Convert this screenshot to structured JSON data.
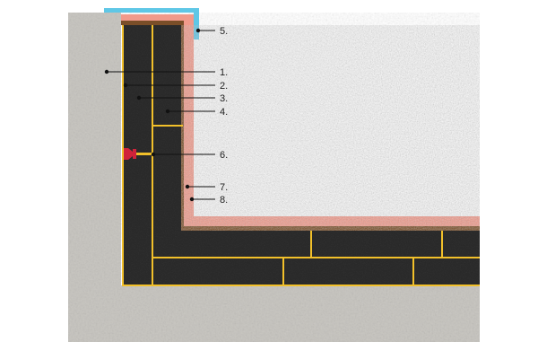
{
  "diagram": {
    "colors": {
      "background": "#ffffff",
      "concrete": "#c9c7c2",
      "waterproofing_top": "#5fc7e6",
      "membrane_pink": "#f19a8b",
      "protective_brown": "#7a4e28",
      "insulation_board": "#2f2f2f",
      "joint_yellow": "#f2c02a",
      "anchor_red": "#d0233a",
      "leader": "#111111"
    },
    "labels": [
      "1.",
      "2.",
      "3.",
      "4.",
      "5.",
      "6.",
      "7.",
      "8."
    ]
  }
}
